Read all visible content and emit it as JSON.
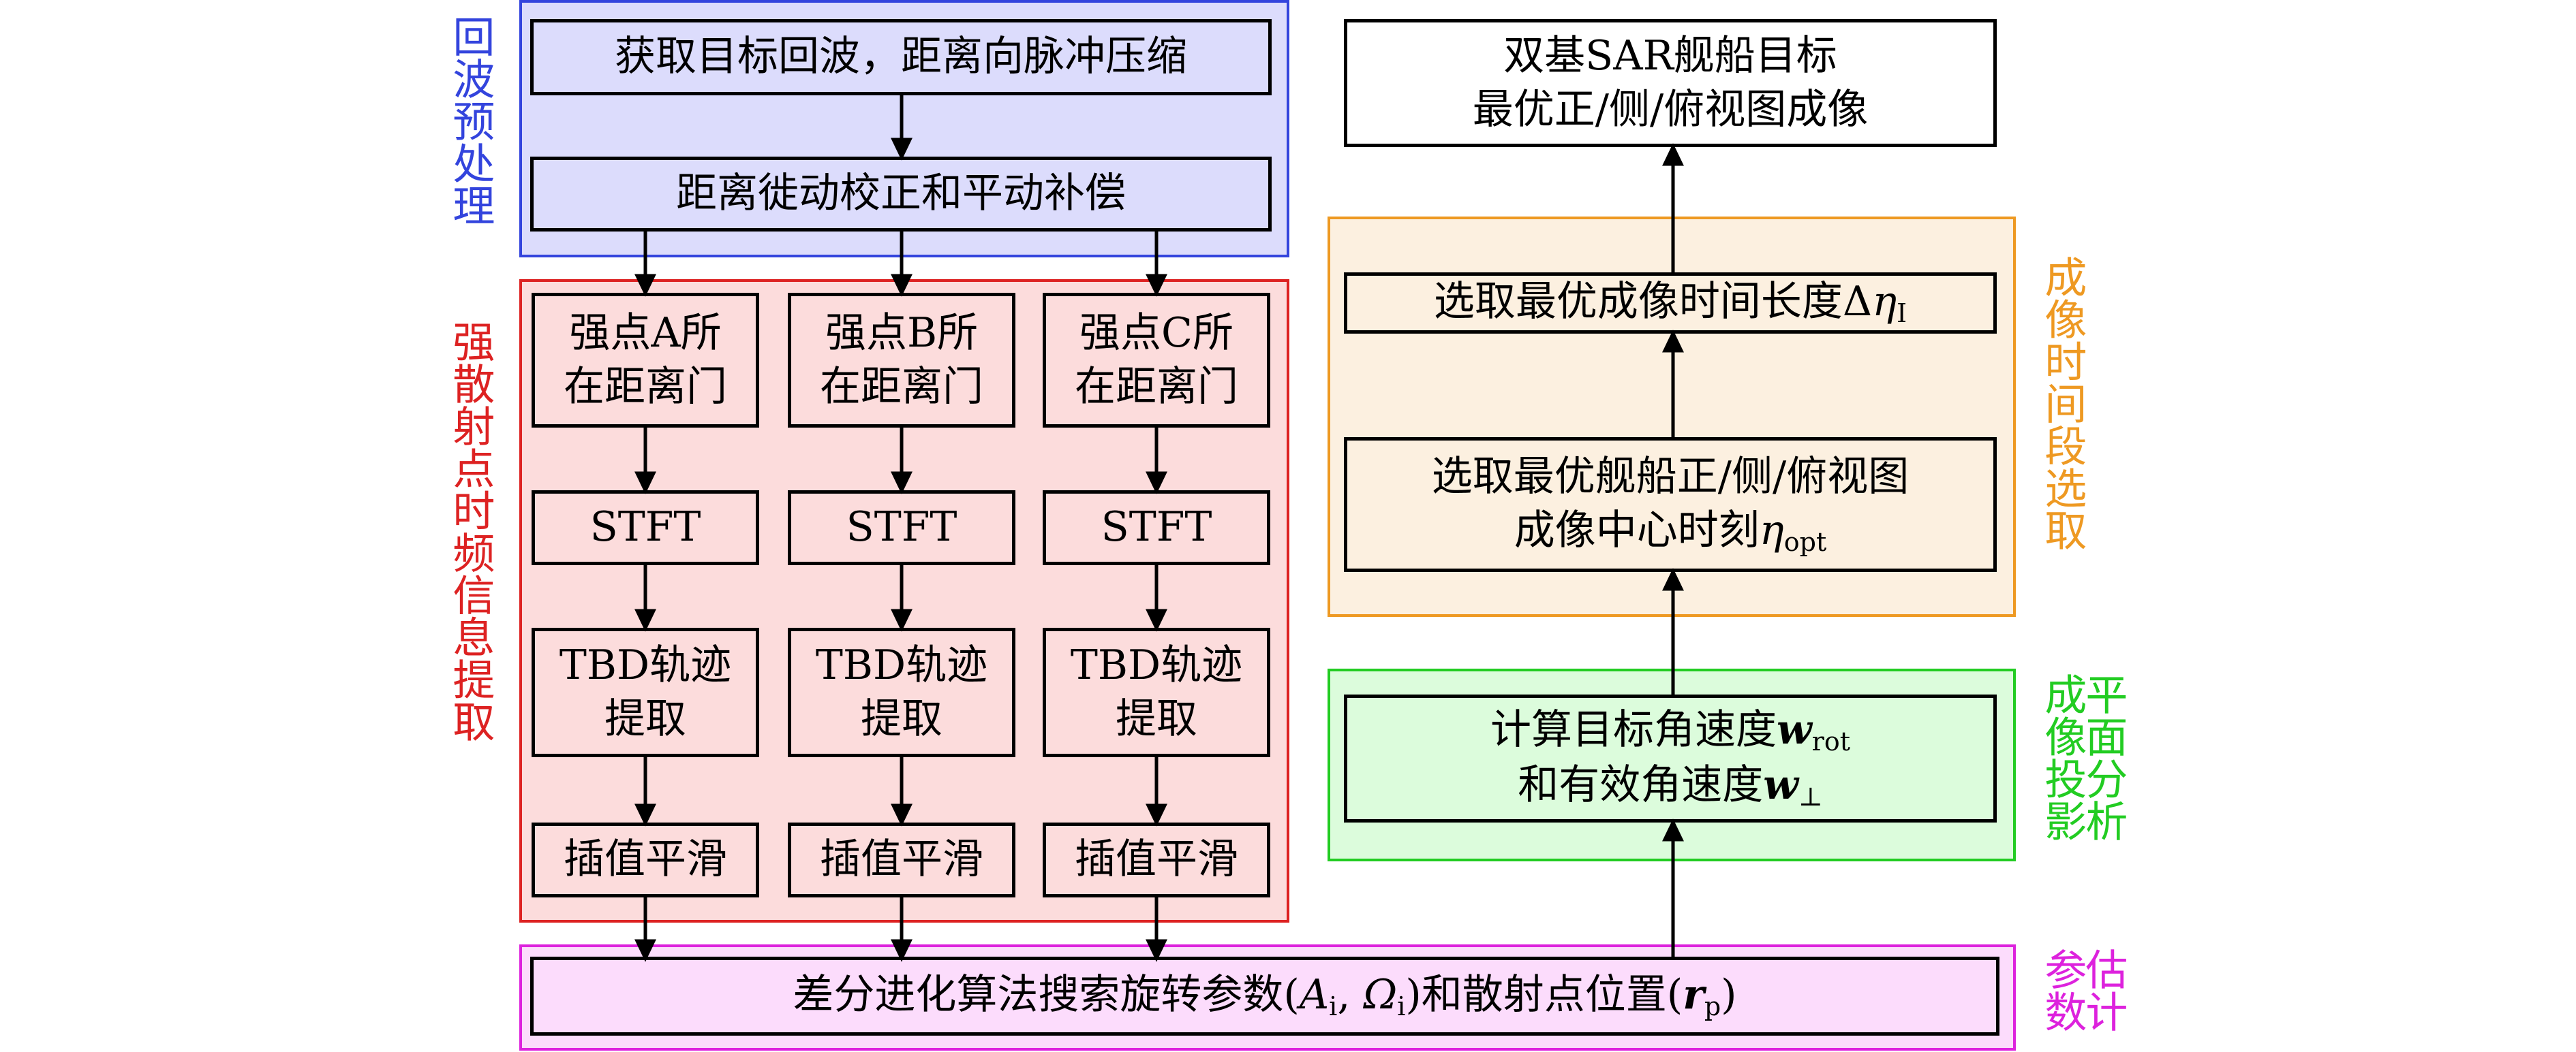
{
  "regions": {
    "preprocess": {
      "label": "回波预处理",
      "color": "#3344dd",
      "fill": "#dcdcfc"
    },
    "extract": {
      "label": "强散射点时频信息提取",
      "color": "#dd2222",
      "fill": "#fcdcdc"
    },
    "estimate": {
      "label_col1": "参数",
      "label_col2": "估计",
      "color": "#dd22dd",
      "fill": "#fcdcfc"
    },
    "projection": {
      "label_col1": "成像投影",
      "label_col2": "平面分析",
      "color": "#22cc22",
      "fill": "#dcfcdc"
    },
    "timeselect": {
      "label": "成像时间段选取",
      "color": "#ee9922",
      "fill": "#fcf0e0"
    }
  },
  "boxes": {
    "acquire": "获取目标回波，距离向脉冲压缩",
    "correct": "距离徙动校正和平动补偿",
    "cols": [
      {
        "gate_line1": "强点A所",
        "gate_line2": "在距离门",
        "stft": "STFT",
        "tbd_line1": "TBD轨迹",
        "tbd_line2": "提取",
        "smooth": "插值平滑"
      },
      {
        "gate_line1": "强点B所",
        "gate_line2": "在距离门",
        "stft": "STFT",
        "tbd_line1": "TBD轨迹",
        "tbd_line2": "提取",
        "smooth": "插值平滑"
      },
      {
        "gate_line1": "强点C所",
        "gate_line2": "在距离门",
        "stft": "STFT",
        "tbd_line1": "TBD轨迹",
        "tbd_line2": "提取",
        "smooth": "插值平滑"
      }
    ],
    "de_search": {
      "prefix": "差分进化算法搜索旋转参数(",
      "A": "A",
      "A_sub": "i",
      "comma": ", ",
      "Omega": "Ω",
      "Omega_sub": "i",
      "mid": ")和散射点位置(",
      "r": "r",
      "r_sub": "p",
      "suffix": ")"
    },
    "angvel": {
      "line1_prefix": "计算目标角速度",
      "w": "w",
      "w_sub1": "rot",
      "line2_prefix": "和有效角速度",
      "w_sub2": "⊥"
    },
    "center": {
      "line1": "选取最优舰船正/侧/俯视图",
      "line2_prefix": "成像中心时刻",
      "eta": "η",
      "eta_sub": "opt"
    },
    "duration": {
      "prefix": "选取最优成像时间长度Δ",
      "eta": "η",
      "eta_sub": "I"
    },
    "result": {
      "line1": "双基SAR舰船目标",
      "line2": "最优正/侧/俯视图成像"
    }
  }
}
